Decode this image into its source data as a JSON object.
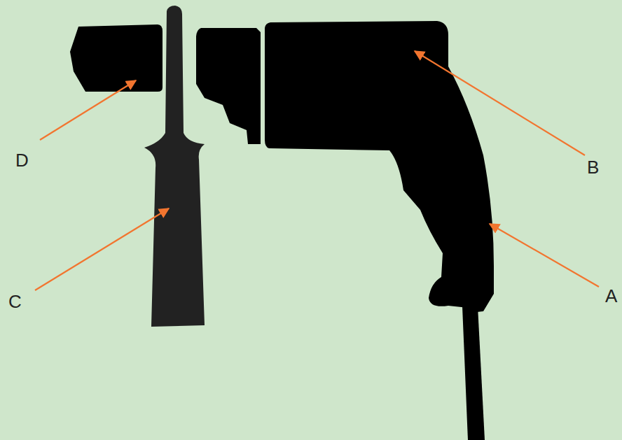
{
  "diagram": {
    "labels": [
      "D",
      "B",
      "A",
      "C"
    ]
  }
}
